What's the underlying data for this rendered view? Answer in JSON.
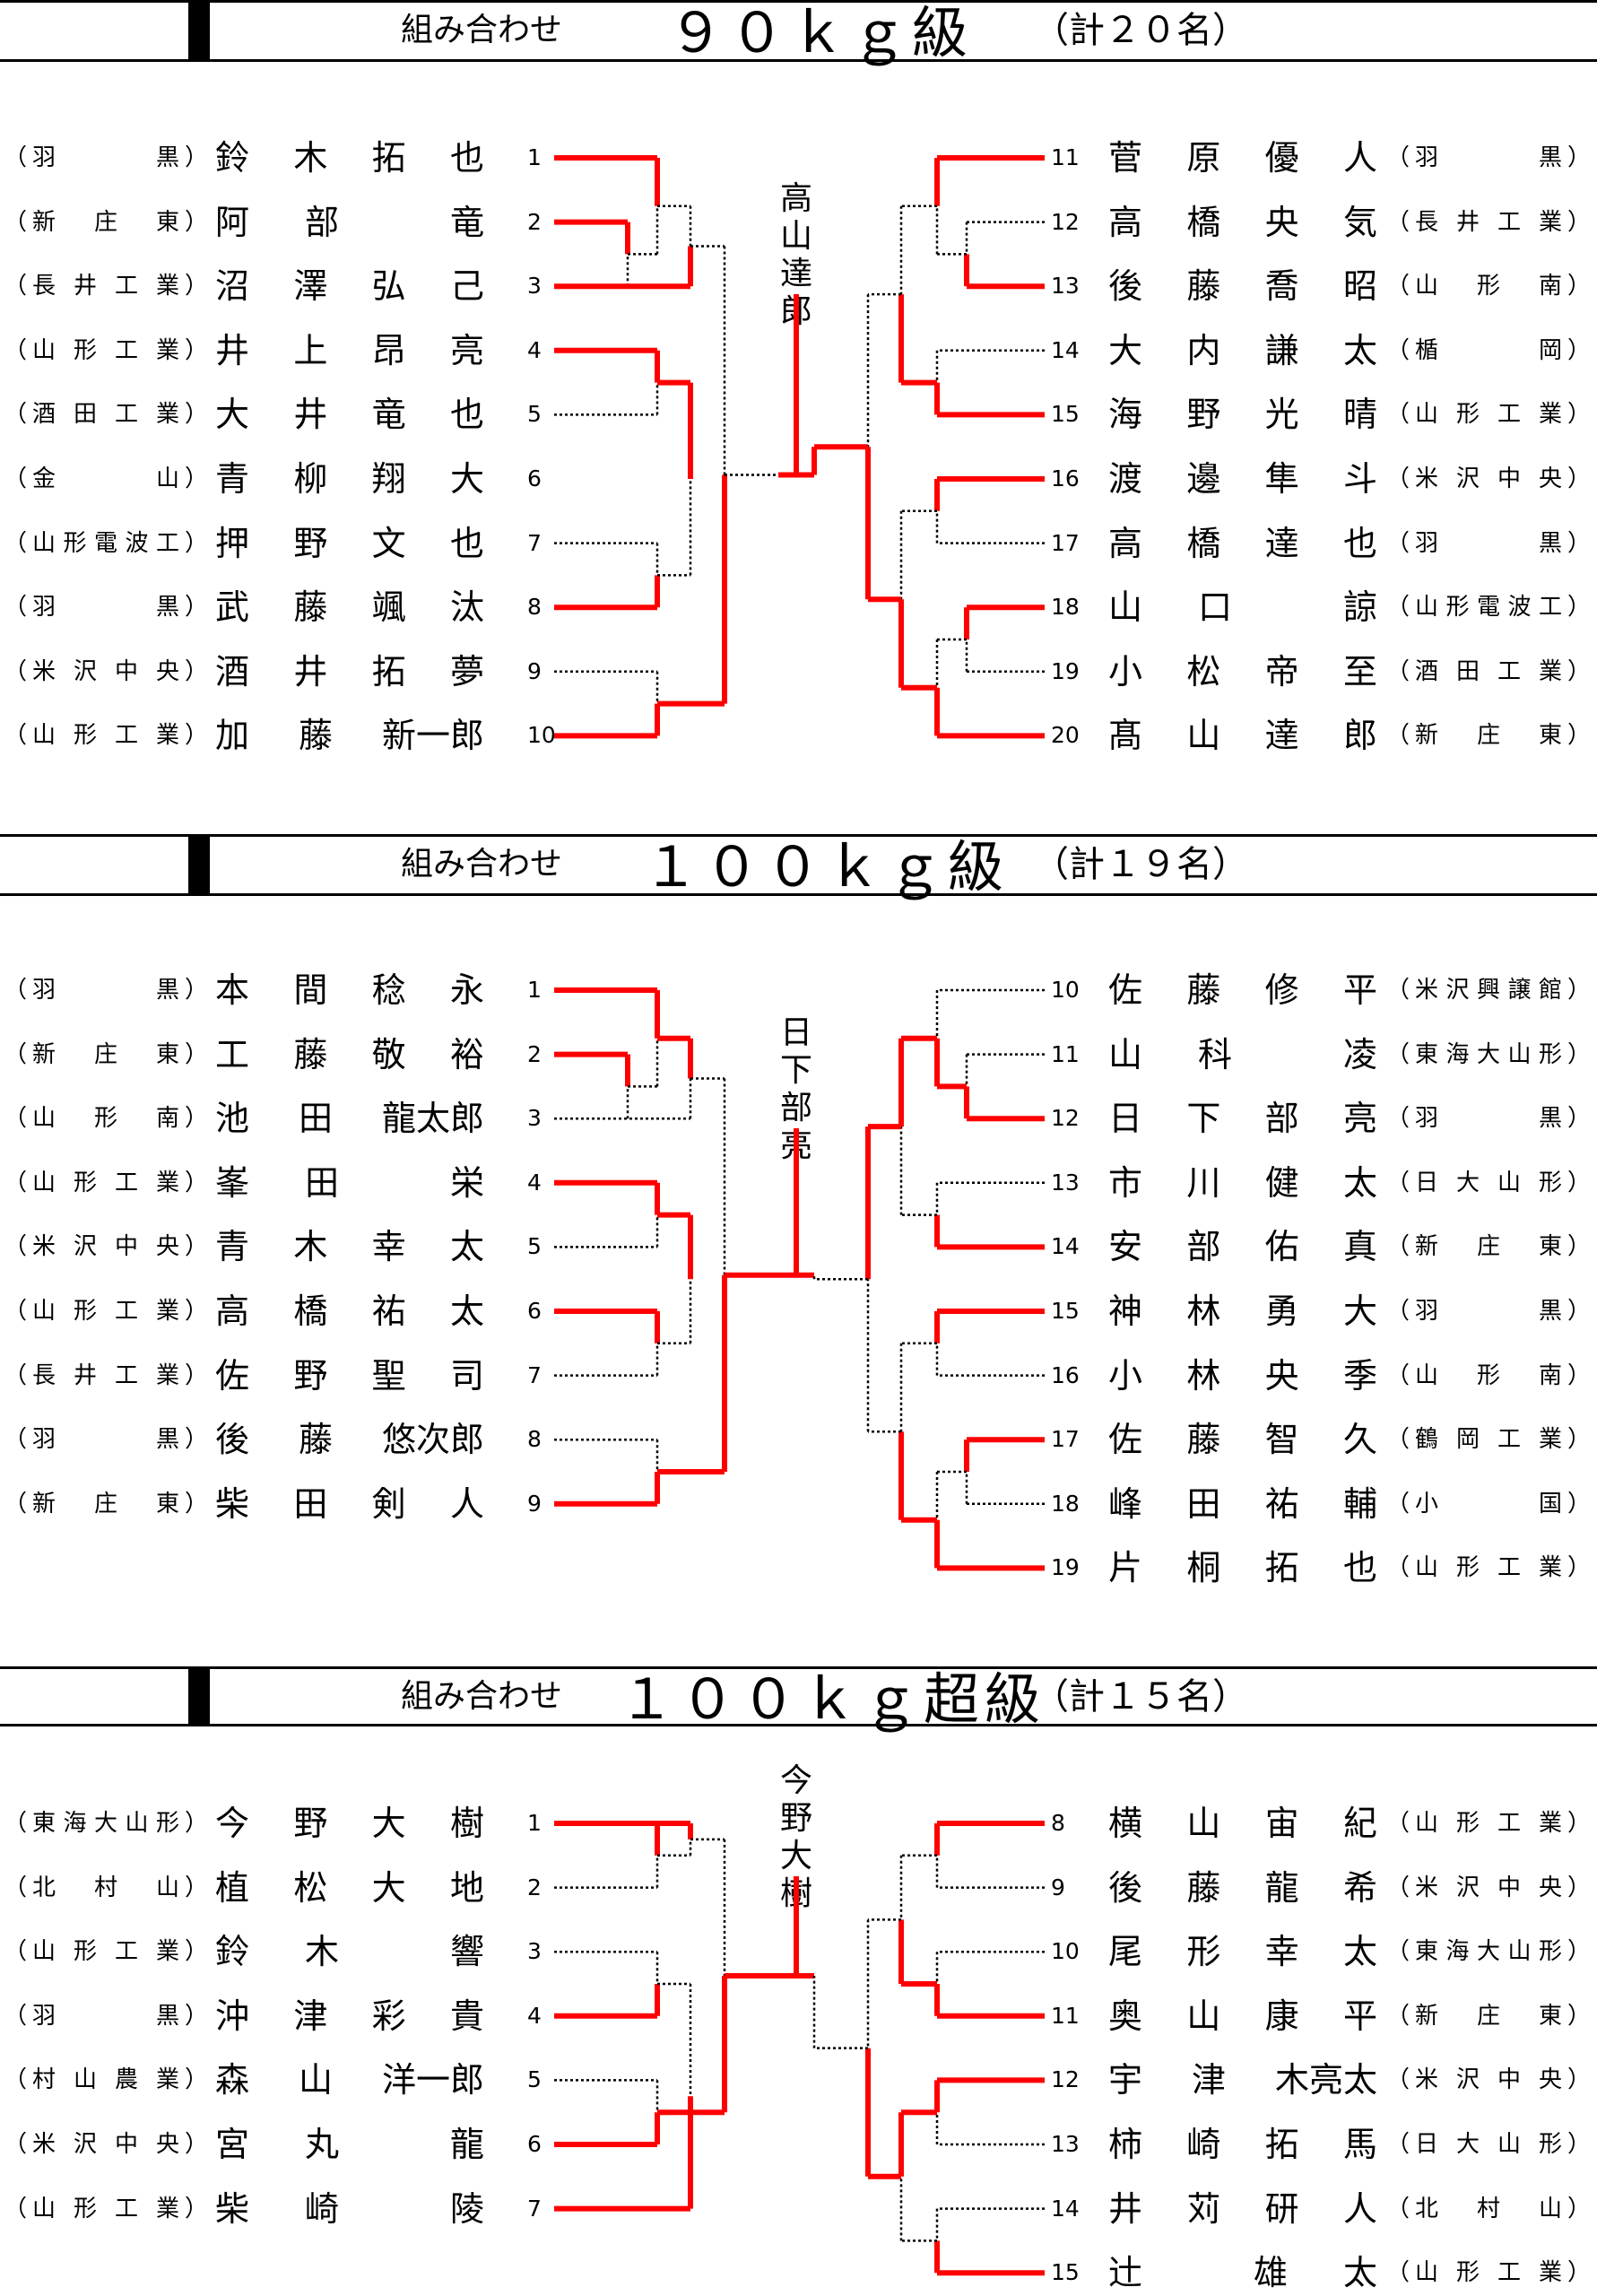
{
  "sections": [
    {
      "label": "組み合わせ",
      "weight_class": "９０ｋｇ級",
      "count": "（計２０名）",
      "winner": "高山達郎",
      "left": [
        {
          "seed": "1",
          "name": "鈴木拓也",
          "school": "羽黒"
        },
        {
          "seed": "2",
          "name": "阿部 竜",
          "school": "新庄東"
        },
        {
          "seed": "3",
          "name": "沼澤弘己",
          "school": "長井工業"
        },
        {
          "seed": "4",
          "name": "井上昂亮",
          "school": "山形工業"
        },
        {
          "seed": "5",
          "name": "大井竜也",
          "school": "酒田工業"
        },
        {
          "seed": "6",
          "name": "青柳翔大",
          "school": "金山"
        },
        {
          "seed": "7",
          "name": "押野文也",
          "school": "山形電波工"
        },
        {
          "seed": "8",
          "name": "武藤颯汰",
          "school": "羽黒"
        },
        {
          "seed": "9",
          "name": "酒井拓夢",
          "school": "米沢中央"
        },
        {
          "seed": "10",
          "name": "加藤新一郎",
          "school": "山形工業"
        }
      ],
      "right": [
        {
          "seed": "11",
          "name": "菅原優人",
          "school": "羽黒"
        },
        {
          "seed": "12",
          "name": "高橋央気",
          "school": "長井工業"
        },
        {
          "seed": "13",
          "name": "後藤喬昭",
          "school": "山形南"
        },
        {
          "seed": "14",
          "name": "大内謙太",
          "school": "楯岡"
        },
        {
          "seed": "15",
          "name": "海野光晴",
          "school": "山形工業"
        },
        {
          "seed": "16",
          "name": "渡邊隼斗",
          "school": "米沢中央"
        },
        {
          "seed": "17",
          "name": "高橋達也",
          "school": "羽黒"
        },
        {
          "seed": "18",
          "name": "山口 諒",
          "school": "山形電波工"
        },
        {
          "seed": "19",
          "name": "小松帝至",
          "school": "酒田工業"
        },
        {
          "seed": "20",
          "name": "髙山達郎",
          "school": "新庄東"
        }
      ]
    },
    {
      "label": "組み合わせ",
      "weight_class": "１００ｋｇ級",
      "count": "（計１９名）",
      "winner": "日下部亮",
      "left": [
        {
          "seed": "1",
          "name": "本間稔永",
          "school": "羽黒"
        },
        {
          "seed": "2",
          "name": "工藤敬裕",
          "school": "新庄東"
        },
        {
          "seed": "3",
          "name": "池田龍太郎",
          "school": "山形南"
        },
        {
          "seed": "4",
          "name": "峯田 栄",
          "school": "山形工業"
        },
        {
          "seed": "5",
          "name": "青木幸太",
          "school": "米沢中央"
        },
        {
          "seed": "6",
          "name": "高橋祐太",
          "school": "山形工業"
        },
        {
          "seed": "7",
          "name": "佐野聖司",
          "school": "長井工業"
        },
        {
          "seed": "8",
          "name": "後藤悠次郎",
          "school": "羽黒"
        },
        {
          "seed": "9",
          "name": "柴田剣人",
          "school": "新庄東"
        }
      ],
      "right": [
        {
          "seed": "10",
          "name": "佐藤修平",
          "school": "米沢興譲館"
        },
        {
          "seed": "11",
          "name": "山科 凌",
          "school": "東海大山形"
        },
        {
          "seed": "12",
          "name": "日下部 亮",
          "school": "羽黒"
        },
        {
          "seed": "13",
          "name": "市川健太",
          "school": "日大山形"
        },
        {
          "seed": "14",
          "name": "安部佑真",
          "school": "新庄東"
        },
        {
          "seed": "15",
          "name": "神林勇大",
          "school": "羽黒"
        },
        {
          "seed": "16",
          "name": "小林央季",
          "school": "山形南"
        },
        {
          "seed": "17",
          "name": "佐藤智久",
          "school": "鶴岡工業"
        },
        {
          "seed": "18",
          "name": "峰田祐輔",
          "school": "小国"
        },
        {
          "seed": "19",
          "name": "片桐拓也",
          "school": "山形工業"
        }
      ]
    },
    {
      "label": "組み合わせ",
      "weight_class": "１００ｋｇ超級",
      "count": "（計１５名）",
      "winner": "今野大樹",
      "left": [
        {
          "seed": "1",
          "name": "今野大樹",
          "school": "東海大山形"
        },
        {
          "seed": "2",
          "name": "植松大地",
          "school": "北村山"
        },
        {
          "seed": "3",
          "name": "鈴木 響",
          "school": "山形工業"
        },
        {
          "seed": "4",
          "name": "沖津彩貴",
          "school": "羽黒"
        },
        {
          "seed": "5",
          "name": "森山洋一郎",
          "school": "村山農業"
        },
        {
          "seed": "6",
          "name": "宮丸 龍",
          "school": "米沢中央"
        },
        {
          "seed": "7",
          "name": "柴崎 陵",
          "school": "山形工業"
        }
      ],
      "right": [
        {
          "seed": "8",
          "name": "横山宙紀",
          "school": "山形工業"
        },
        {
          "seed": "9",
          "name": "後藤龍希",
          "school": "米沢中央"
        },
        {
          "seed": "10",
          "name": "尾形幸太",
          "school": "東海大山形"
        },
        {
          "seed": "11",
          "name": "奥山康平",
          "school": "新庄東"
        },
        {
          "seed": "12",
          "name": "宇津木亮太",
          "school": "米沢中央"
        },
        {
          "seed": "13",
          "name": "柿崎拓馬",
          "school": "日大山形"
        },
        {
          "seed": "14",
          "name": "井苅研人",
          "school": "北村山"
        },
        {
          "seed": "15",
          "name": "辻 雄太",
          "school": "山形工業"
        }
      ]
    }
  ],
  "colors": {
    "winner_line": "#ff0000",
    "loser_line": "#000000"
  }
}
